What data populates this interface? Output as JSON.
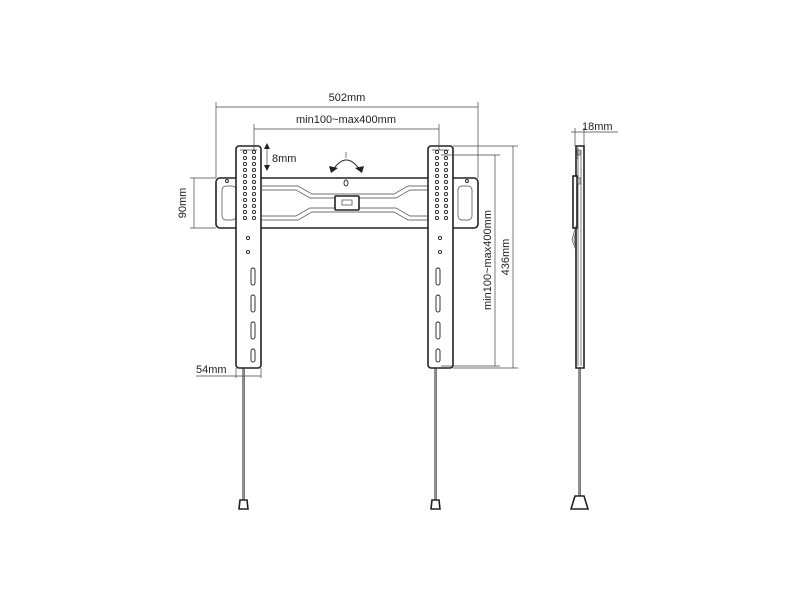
{
  "dimensions": {
    "total_width": "502mm",
    "vesa_horizontal": "min100~max400mm",
    "adjust_height": "8mm",
    "wall_plate_height": "90mm",
    "arm_width": "54mm",
    "vesa_vertical": "min100~max400mm",
    "total_height": "436mm",
    "depth": "18mm"
  },
  "icons": {
    "tilt": "rotate-arrow-icon"
  }
}
